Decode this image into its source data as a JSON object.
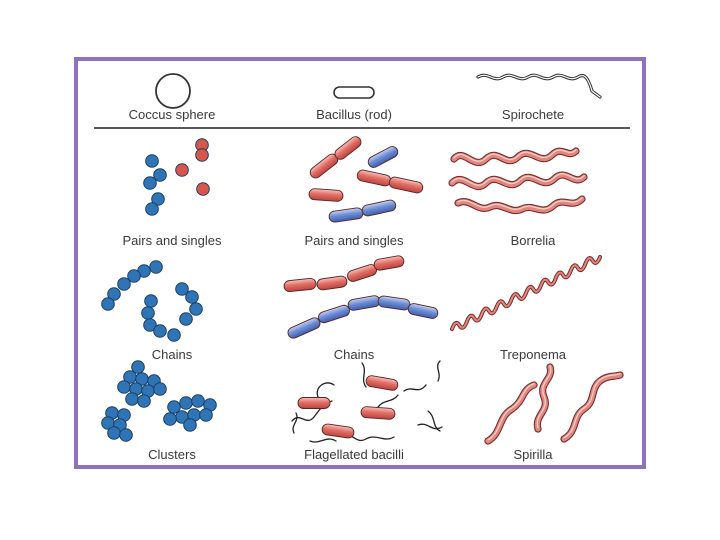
{
  "header": {
    "col1": "Coccus sphere",
    "col2": "Bacillus (rod)",
    "col3": "Spirochete"
  },
  "rows": [
    {
      "col1": "Pairs and singles",
      "col2": "Pairs and singles",
      "col3": "Borrelia"
    },
    {
      "col1": "Chains",
      "col2": "Chains",
      "col3": "Treponema"
    },
    {
      "col1": "Clusters",
      "col2": "Flagellated bacilli",
      "col3": "Spirilla"
    }
  ],
  "colors": {
    "frame": "#8e72bc",
    "coccus_blue": "#2f74b5",
    "coccus_red": "#d9574a",
    "rod_red": "#e2706a",
    "rod_blue": "#6e8fd6",
    "spiro_red": "#c9605c"
  }
}
